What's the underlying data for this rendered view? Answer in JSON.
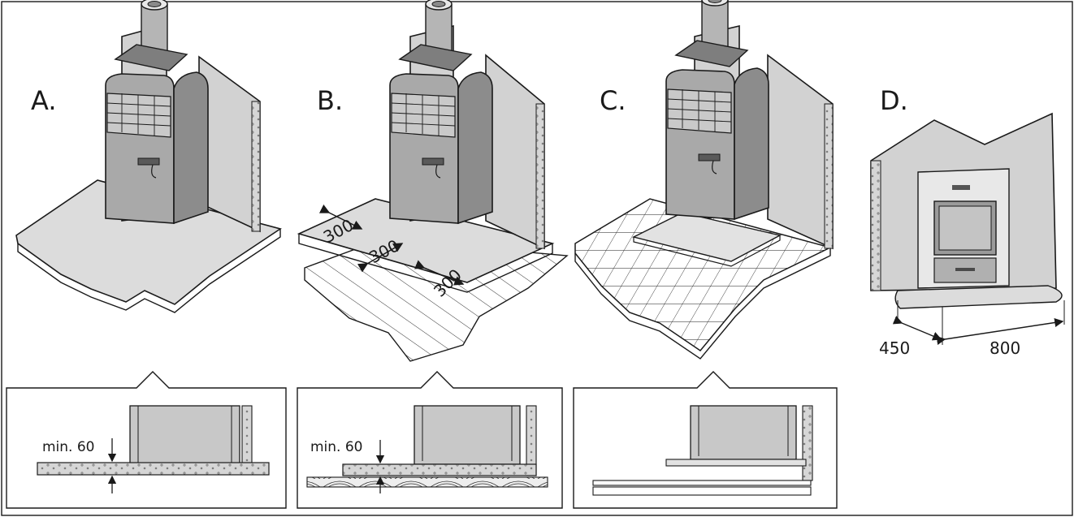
{
  "panels": {
    "a": {
      "label": "A.",
      "detail_dim": "min. 60"
    },
    "b": {
      "label": "B.",
      "dim_left": "300",
      "dim_center": "300",
      "dim_right": "300",
      "detail_dim": "min. 60"
    },
    "c": {
      "label": "C."
    },
    "d": {
      "label": "D.",
      "dim_depth": "450",
      "dim_width": "800"
    }
  },
  "colors": {
    "stove": "#b9b9b9",
    "stove_dark": "#8f8f8f",
    "wall": "#d2d2d2",
    "floor": "#dcdcdc",
    "line": "#1a1a1a"
  }
}
